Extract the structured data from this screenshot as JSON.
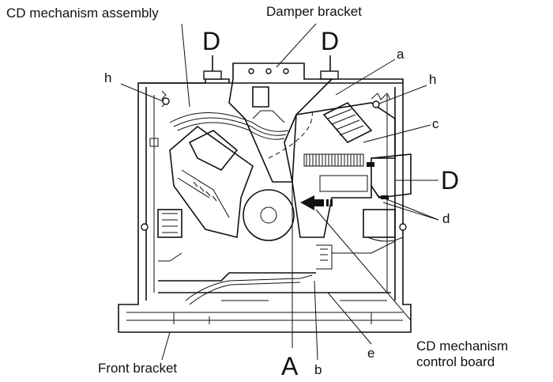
{
  "labels": {
    "cd_mechanism_assembly": "CD mechanism assembly",
    "damper_bracket": "Damper bracket",
    "front_bracket": "Front bracket",
    "cd_mechanism_control_board": "CD mechanism\ncontrol board",
    "D_left": "D",
    "D_right": "D",
    "D_side": "D",
    "A": "A",
    "a": "a",
    "b": "b",
    "c": "c",
    "d": "d",
    "e": "e",
    "h_left": "h",
    "h_right": "h"
  },
  "colors": {
    "line": "#111111",
    "background": "#ffffff"
  }
}
